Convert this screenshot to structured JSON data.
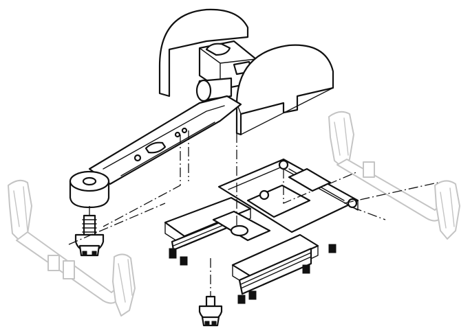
{
  "figure": {
    "ink_color": "#111111",
    "ghost_color": "#c4c4c4",
    "background": "#ffffff",
    "components": [
      "upper-frame-with-arched-side-plates",
      "swing-arm",
      "kingpin-pivot",
      "lower-bolster-frame",
      "center-pin",
      "left-wheelset-ghost",
      "right-wheelset-ghost"
    ]
  }
}
